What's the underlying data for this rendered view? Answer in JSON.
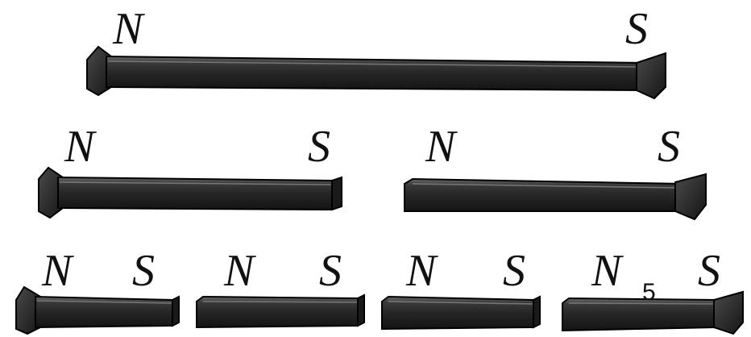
{
  "diagram": {
    "magnets": [
      {
        "north_label": "N",
        "south_label": "S"
      },
      {
        "north_label": "N",
        "south_label": "S"
      },
      {
        "north_label": "N",
        "south_label": "S"
      },
      {
        "north_label": "N",
        "south_label": "S"
      },
      {
        "north_label": "N",
        "south_label": "S"
      },
      {
        "north_label": "N",
        "south_label": "S"
      },
      {
        "north_label": "N",
        "south_label": "S"
      }
    ],
    "page_number": "5"
  }
}
